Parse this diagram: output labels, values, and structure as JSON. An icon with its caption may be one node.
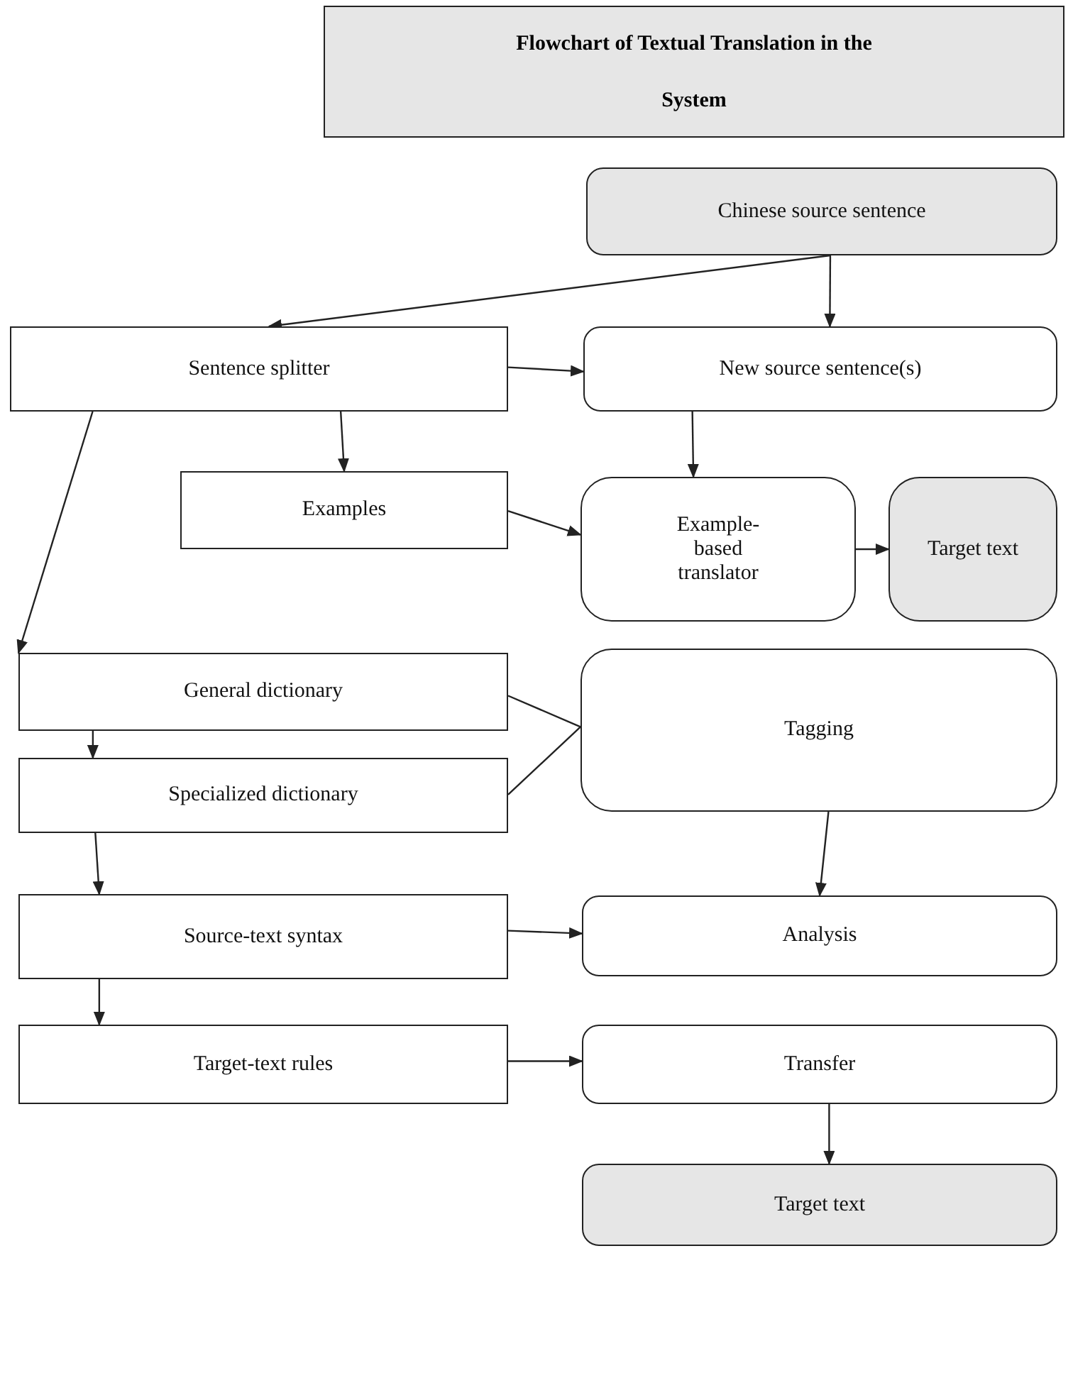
{
  "diagram": {
    "title": "Flowchart of Textual Translation in the System",
    "nodes": [
      {
        "text": [
          "Chinese source sentence"
        ]
      },
      {
        "text": [
          "Sentence splitter"
        ]
      },
      {
        "text": [
          "New source sentence(s)"
        ]
      },
      {
        "text": [
          "Examples"
        ]
      },
      {
        "text": [
          "Example-based translator"
        ]
      },
      {
        "text": [
          "Target text"
        ]
      },
      {
        "text": [
          "General dictionary"
        ]
      },
      {
        "text": [
          "Tagging"
        ]
      },
      {
        "text": [
          "Specialized dictionary"
        ]
      },
      {
        "text": [
          "Source-text syntax"
        ]
      },
      {
        "text": [
          "Analysis"
        ]
      },
      {
        "text": [
          "Target-text rules"
        ]
      },
      {
        "text": [
          "Transfer"
        ]
      },
      {
        "text": [
          "Target text"
        ]
      }
    ],
    "edges": [
      {
        "from": 0,
        "to": 1,
        "arrow": "to"
      },
      {
        "from": 0,
        "to": 2,
        "arrow": "to"
      },
      {
        "from": 1,
        "to": 2,
        "arrow": "to"
      },
      {
        "from": 1,
        "to": 3,
        "arrow": "to"
      },
      {
        "from": 1,
        "to": 6,
        "arrow": "to"
      },
      {
        "from": 2,
        "to": 4,
        "arrow": "to"
      },
      {
        "from": 3,
        "to": 4,
        "arrow": "to"
      },
      {
        "from": 4,
        "to": 5,
        "arrow": "to"
      },
      {
        "from": 6,
        "to": 7,
        "arrow": "none"
      },
      {
        "from": 8,
        "to": 7,
        "arrow": "none"
      },
      {
        "from": 6,
        "to": 8,
        "arrow": "to"
      },
      {
        "from": 8,
        "to": 9,
        "arrow": "to"
      },
      {
        "from": 7,
        "to": 10,
        "arrow": "to"
      },
      {
        "from": 9,
        "to": 10,
        "arrow": "to"
      },
      {
        "from": 9,
        "to": 11,
        "arrow": "to"
      },
      {
        "from": 11,
        "to": 12,
        "arrow": "to"
      },
      {
        "from": 12,
        "to": 13,
        "arrow": "to"
      }
    ]
  }
}
